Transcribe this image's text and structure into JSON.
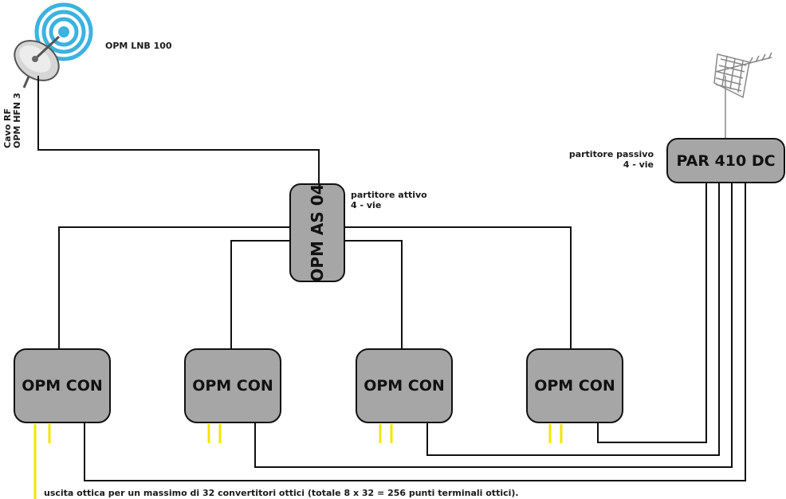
{
  "lnb": {
    "label": "OPM LNB 100"
  },
  "rf_cable": {
    "line1": "Cavo RF",
    "line2": "OPM HFN 3"
  },
  "active_splitter": {
    "name": "OPM AS 04",
    "desc_line1": "partitore attivo",
    "desc_line2": "4 - vie"
  },
  "passive_splitter": {
    "name": "PAR 410 DC",
    "desc_line1": "partitore passivo",
    "desc_line2": "4 - vie"
  },
  "converters": [
    {
      "label": "OPM CON"
    },
    {
      "label": "OPM CON"
    },
    {
      "label": "OPM CON"
    },
    {
      "label": "OPM CON"
    }
  ],
  "footer_note": "uscita ottica per un massimo di 32 convertitori ottici (totale 8 x 32 = 256 punti terminali ottici).",
  "colors": {
    "box_fill": "#a6a6a6",
    "line": "#111111",
    "optical_output": "#f2e600",
    "dish_rings": "#3cb2e0"
  }
}
